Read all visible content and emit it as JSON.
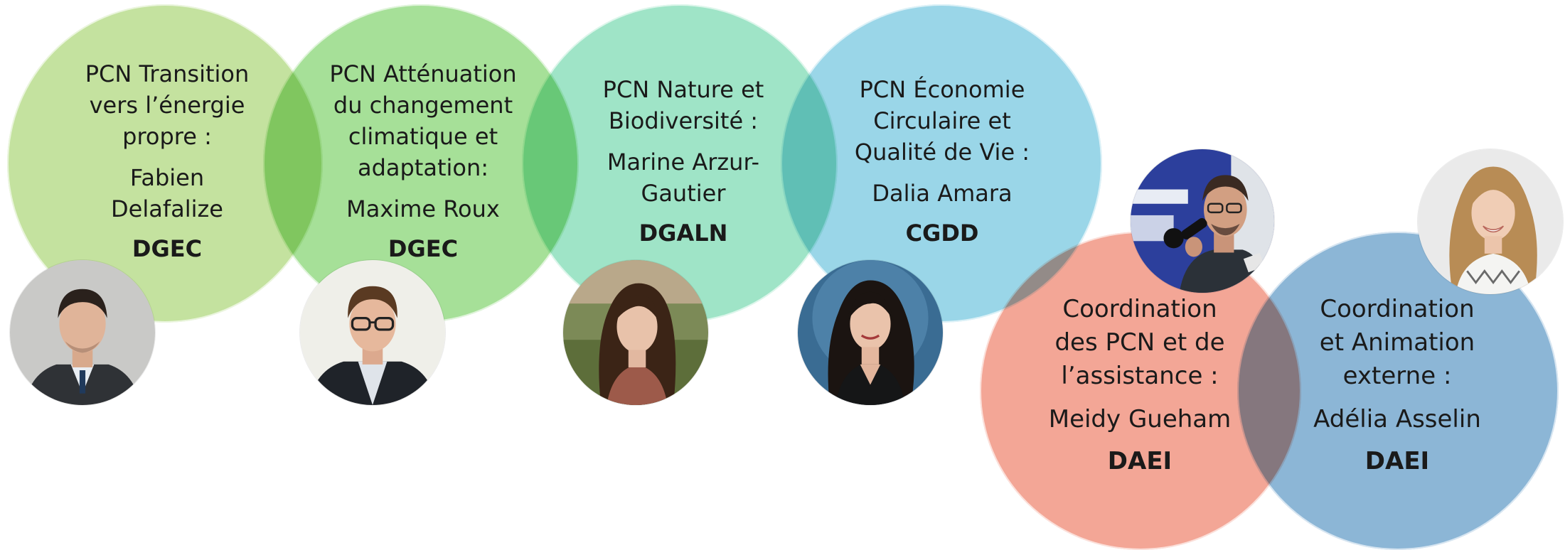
{
  "colors": {
    "green_light": "#c4e29f",
    "green": "#a6e098",
    "mint": "#9fe4c7",
    "cyan": "#9ad6e8",
    "salmon": "#f3a696",
    "steel_blue": "#8cb6d6"
  },
  "teams": [
    {
      "title_lines": [
        "PCN Transition",
        "vers l’énergie",
        "propre :"
      ],
      "person_lines": [
        "Fabien",
        "Delafalize"
      ],
      "org": "DGEC",
      "photo": "portrait-man-suit"
    },
    {
      "title_lines": [
        "PCN Atténuation",
        "du changement",
        "climatique et",
        "adaptation:"
      ],
      "person_lines": [
        "Maxime Roux"
      ],
      "org": "DGEC",
      "photo": "portrait-man-glasses"
    },
    {
      "title_lines": [
        "PCN Nature et",
        "Biodiversité :"
      ],
      "person_lines": [
        "Marine Arzur-",
        "Gautier"
      ],
      "org": "DGALN",
      "photo": "portrait-woman-outdoor"
    },
    {
      "title_lines": [
        "PCN Économie",
        "Circulaire et",
        "Qualité de Vie :"
      ],
      "person_lines": [
        "Dalia Amara"
      ],
      "org": "CGDD",
      "photo": "portrait-woman-blue-backdrop"
    },
    {
      "title_lines": [
        "Coordination",
        "des PCN et de",
        "l’assistance :"
      ],
      "person_lines": [
        "Meidy Gueham"
      ],
      "org": "DAEI",
      "photo": "portrait-man-microphone"
    },
    {
      "title_lines": [
        "Coordination",
        "et Animation",
        "externe :"
      ],
      "person_lines": [
        "Adélia Asselin"
      ],
      "org": "DAEI",
      "photo": "portrait-woman-blonde"
    }
  ]
}
